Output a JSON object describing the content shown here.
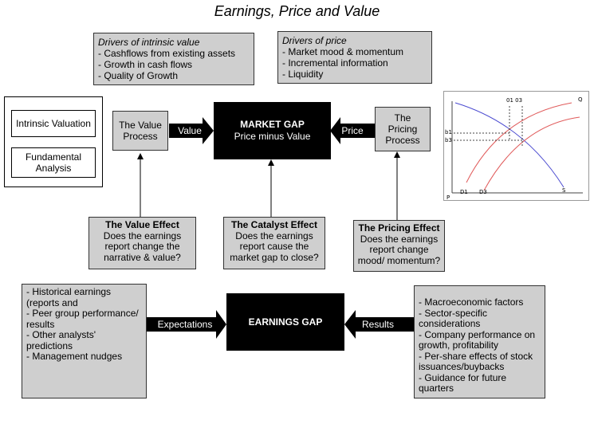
{
  "title": "Earnings, Price and Value",
  "drivers_value": {
    "heading": "Drivers of intrinsic value",
    "items": [
      "- Cashflows from existing assets",
      "- Growth in cash flows",
      "- Quality of Growth"
    ]
  },
  "drivers_price": {
    "heading": "Drivers of price",
    "items": [
      "- Market mood & momentum",
      "- Incremental information",
      "- Liquidity"
    ]
  },
  "legend_box": {
    "items": [
      "Intrinsic Valuation",
      "Fundamental Analysis"
    ]
  },
  "value_process": "The Value Process",
  "pricing_process": "The Pricing Process",
  "market_gap": {
    "title": "MARKET GAP",
    "subtitle": "Price minus Value"
  },
  "arrow_value": "Value",
  "arrow_price": "Price",
  "effects": {
    "value": {
      "title": "The Value Effect",
      "body": "Does the earnings report change the narrative & value?"
    },
    "catalyst": {
      "title": "The Catalyst Effect",
      "body": "Does the earnings report cause the market gap to close?"
    },
    "pricing": {
      "title": "The Pricing Effect",
      "body": "Does the earnings report change mood/ momentum?"
    }
  },
  "expectations_list": [
    "- Historical earnings (reports and",
    "- Peer group performance/ results",
    "- Other analysts' predictions",
    "- Management nudges"
  ],
  "results_list": [
    "- Macroeconomic factors",
    "- Sector-specific considerations",
    "- Company performance on growth, profitability",
    "- Per-share effects of stock issuances/buybacks",
    "- Guidance for future quarters"
  ],
  "earnings_gap": "EARNINGS GAP",
  "arrow_expectations": "Expectations",
  "arrow_results": "Results",
  "sd_chart": {
    "labels": {
      "top": "01 03",
      "y_axis": "P",
      "x_axis": "Q",
      "p1": "b1",
      "p3": "b3",
      "d1": "D1",
      "d3": "D3",
      "s": "S"
    },
    "colors": {
      "demand": "#e05a5a",
      "supply": "#4a4ad0"
    }
  }
}
